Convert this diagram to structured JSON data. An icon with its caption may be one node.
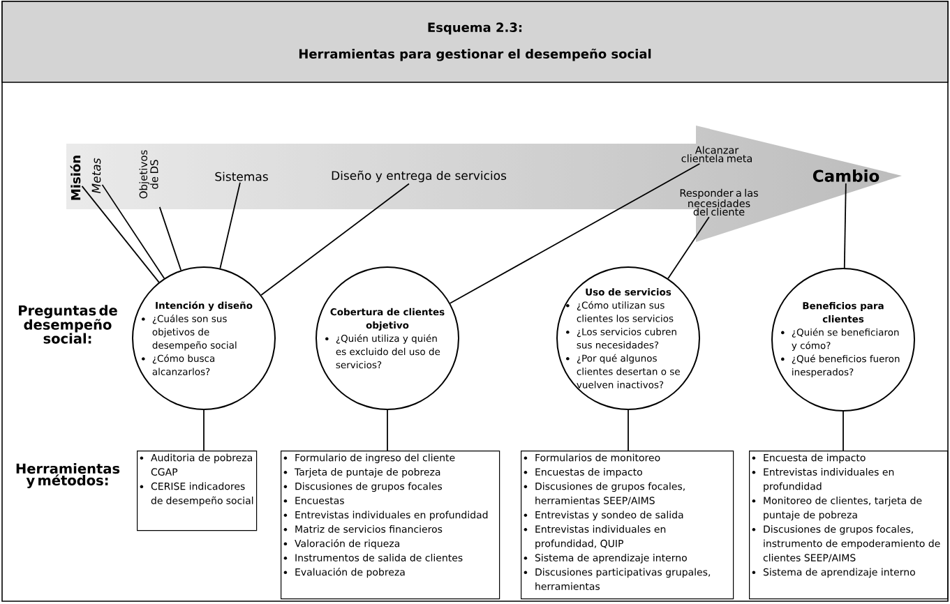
{
  "diagram": {
    "nodes": [
      {
        "text": [
          "Esquema 2.3:",
          "Herramientas para gestionar el desempeño social"
        ]
      },
      {
        "text": [
          "Misión"
        ]
      },
      {
        "text": [
          "Metas"
        ]
      },
      {
        "text": [
          "Objetivos de DS"
        ]
      },
      {
        "text": [
          "Sistemas"
        ]
      },
      {
        "text": [
          "Diseño y entrega de servicios"
        ]
      },
      {
        "text": [
          "Alcanzar clientela meta"
        ]
      },
      {
        "text": [
          "Responder a las necesidades del cliente"
        ]
      },
      {
        "text": [
          "Cambio"
        ]
      },
      {
        "text": [
          "Intención y diseño",
          "¿Cuáles son sus objetivos de desempeño social",
          "¿Cómo busca alcanzarlos?"
        ]
      },
      {
        "text": [
          "Cobertura de clientes objetivo",
          "¿Quién utiliza y quién es excluido del uso de servicios?"
        ]
      },
      {
        "text": [
          "Uso de servicios",
          "¿Cómo utilizan sus clientes los servicios",
          "¿Los servicios cubren sus necesidades?",
          "¿Por qué algunos clientes desertan o se vuelven inactivos?"
        ]
      },
      {
        "text": [
          "Beneficios para clientes",
          "¿Quién se beneficiaron y cómo?",
          "¿Qué beneficios fueron inesperados?"
        ]
      },
      {
        "text": [
          "Auditoria de pobreza CGAP",
          "CERISE indicadores de desempeño social"
        ]
      },
      {
        "text": [
          "Formulario de ingreso del cliente",
          "Tarjeta de puntaje de pobreza",
          "Discusiones de grupos focales",
          "Encuestas",
          "Entrevistas individuales en profundidad",
          "Matriz de servicios financieros",
          "Valoración de riqueza",
          "Instrumentos de salida de clientes",
          "Evaluación de pobreza"
        ]
      },
      {
        "text": [
          "Formularios de monitoreo",
          "Encuestas de impacto",
          "Discusiones de grupos focales, herramientas SEEP/AIMS",
          "Entrevistas y sondeo de salida",
          "Entrevistas individuales en profundidad, QUIP",
          "Sistema de aprendizaje interno",
          "Discusiones participativas grupales, herramientas"
        ]
      },
      {
        "text": [
          "Encuesta de impacto",
          "Entrevistas individuales en profundidad",
          "Monitoreo de clientes, tarjeta de puntaje de pobreza",
          "Discusiones de grupos focales, instrumento de empoderamiento de clientes SEEP/AIMS",
          "Sistema de aprendizaje interno"
        ]
      }
    ],
    "edges": [
      {
        "from": 1,
        "to": 9,
        "arrow": "none"
      },
      {
        "from": 2,
        "to": 9,
        "arrow": "none"
      },
      {
        "from": 3,
        "to": 9,
        "arrow": "none"
      },
      {
        "from": 4,
        "to": 9,
        "arrow": "none"
      },
      {
        "from": 5,
        "to": 9,
        "arrow": "none"
      },
      {
        "from": 6,
        "to": 10,
        "arrow": "none"
      },
      {
        "from": 7,
        "to": 11,
        "arrow": "none"
      },
      {
        "from": 8,
        "to": 12,
        "arrow": "none"
      },
      {
        "from": 9,
        "to": 13,
        "arrow": "none"
      },
      {
        "from": 10,
        "to": 14,
        "arrow": "none"
      },
      {
        "from": 11,
        "to": 15,
        "arrow": "none"
      },
      {
        "from": 12,
        "to": 16,
        "arrow": "none"
      }
    ],
    "labels": [
      "Preguntas de desempeño social:",
      "Herramientas y métodos:"
    ]
  }
}
